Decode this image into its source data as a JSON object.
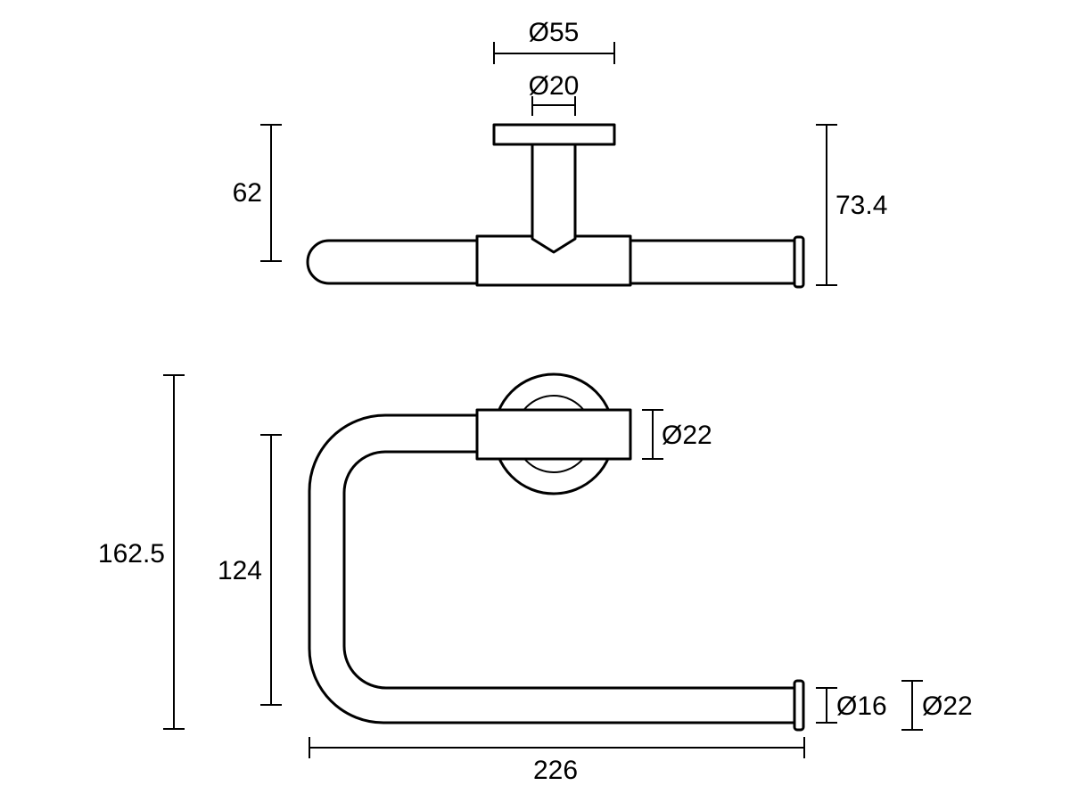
{
  "top_view": {
    "flange_diameter": "Ø55",
    "post_diameter": "Ø20",
    "post_height": "62",
    "overall_depth": "73.4"
  },
  "front_view": {
    "overall_height": "162.5",
    "inner_height": "124",
    "overall_width": "226",
    "sleeve_diameter": "Ø22",
    "rod_diameter": "Ø16",
    "end_cap_diameter": "Ø22"
  }
}
